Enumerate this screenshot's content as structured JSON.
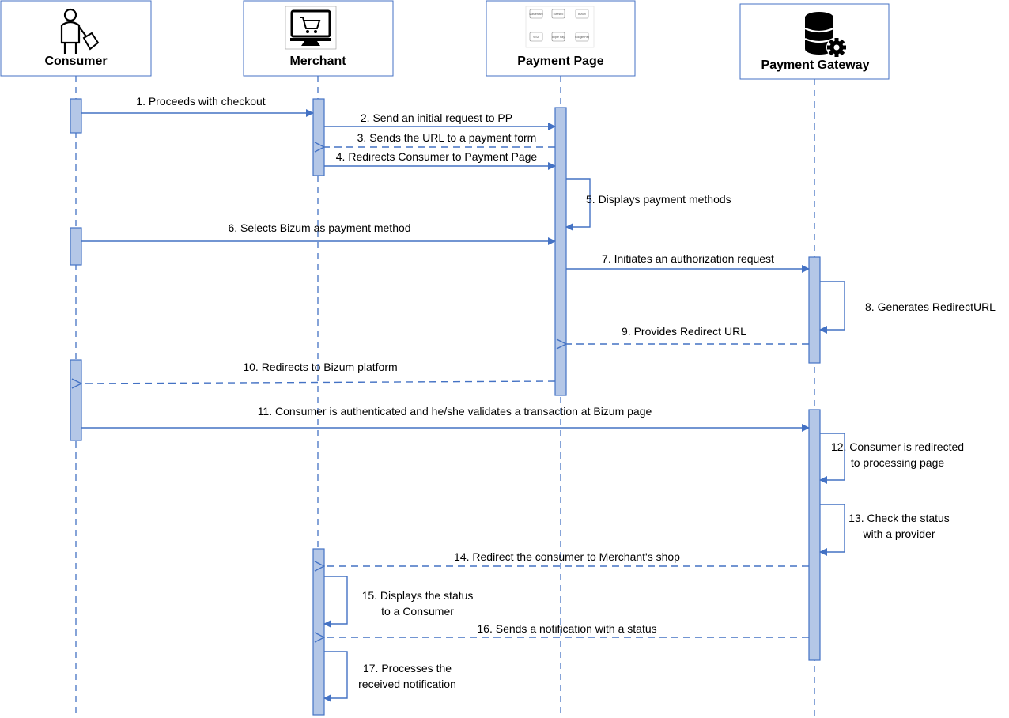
{
  "actors": {
    "consumer": "Consumer",
    "merchant": "Merchant",
    "payment_page": "Payment Page",
    "payment_gateway": "Payment Gateway"
  },
  "messages": {
    "m1": "1. Proceeds with checkout",
    "m2": "2. Send an initial request to PP",
    "m3": "3. Sends the URL to a payment form",
    "m4": "4. Redirects Consumer to Payment Page",
    "m5": "5. Displays payment methods",
    "m6": "6. Selects Bizum as payment method",
    "m7": "7. Initiates an authorization request",
    "m8": "8. Generates RedirectURL",
    "m9": "9. Provides Redirect URL",
    "m10": "10. Redirects to Bizum platform",
    "m11": "11. Consumer is authenticated and he/she validates a transaction at Bizum page",
    "m12_line1": "12. Consumer is redirected",
    "m12_line2": "to processing page",
    "m13_line1": "13. Check the status",
    "m13_line2": "with a provider",
    "m14": "14. Redirect the consumer to Merchant's shop",
    "m15_line1": "15. Displays the status",
    "m15_line2": "to a Consumer",
    "m16": "16. Sends a notification with a status",
    "m17_line1": "17. Processes the",
    "m17_line2": "received notification"
  },
  "payment_icons": [
    "Mastercard",
    "Maestro",
    "Bizum",
    "VISA",
    "Apple Pay",
    "Google Pay"
  ],
  "colors": {
    "line": "#4472c4",
    "activation_fill": "#b4c7e7"
  }
}
